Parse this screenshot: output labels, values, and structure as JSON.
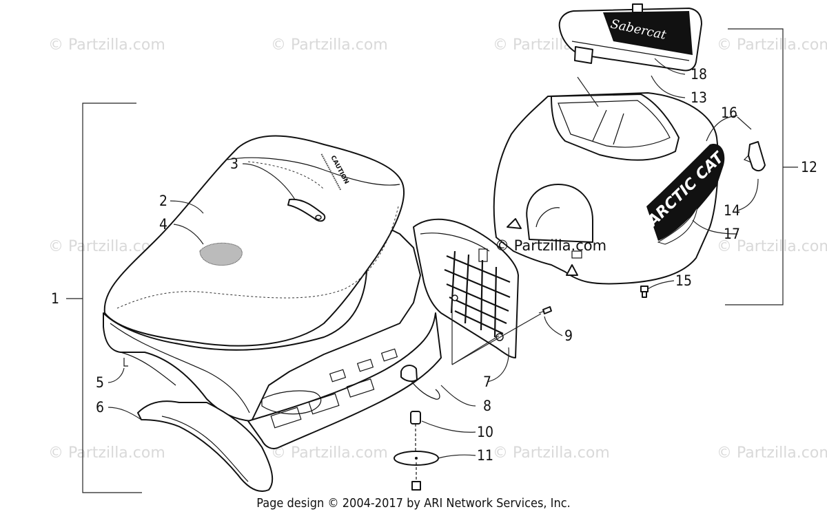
{
  "watermark": "© Partzilla.com",
  "center_watermark": "© Partzilla.com",
  "footer": "Page design © 2004-2017 by ARI Network Services, Inc.",
  "labels": {
    "n1": "1",
    "n2": "2",
    "n3": "3",
    "n4": "4",
    "n5": "5",
    "n6": "6",
    "n7": "7",
    "n8": "8",
    "n9": "9",
    "n10": "10",
    "n11": "11",
    "n12": "12",
    "n13": "13",
    "n14": "14",
    "n15": "15",
    "n16": "16",
    "n17": "17",
    "n18": "18"
  },
  "decal_text": {
    "caution": "CAUTION",
    "brand": "ARCTIC CAT",
    "lid_logo": "Sabercat"
  }
}
